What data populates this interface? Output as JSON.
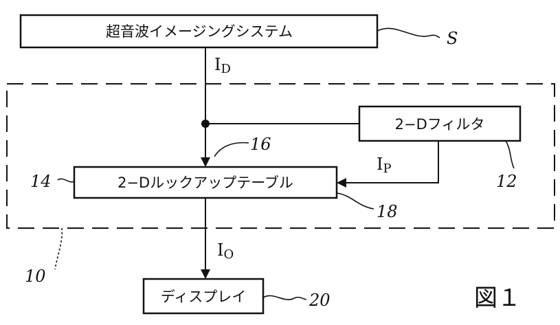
{
  "blocks": {
    "ultrasound_system": "超音波イメージングシステム",
    "filter_2d": "2−Dフィルタ",
    "lookup_table_2d": "2−Dルックアップテーブル",
    "display": "ディスプレイ"
  },
  "signals": {
    "i_d": "I",
    "i_d_sub": "D",
    "i_p": "I",
    "i_p_sub": "P",
    "i_o": "I",
    "i_o_sub": "O"
  },
  "reference_labels": {
    "system": "S",
    "processor": "10",
    "filter": "12",
    "lookup_table": "14",
    "input_node": "16",
    "lut_output": "18",
    "display": "20"
  },
  "figure_label": "図１"
}
